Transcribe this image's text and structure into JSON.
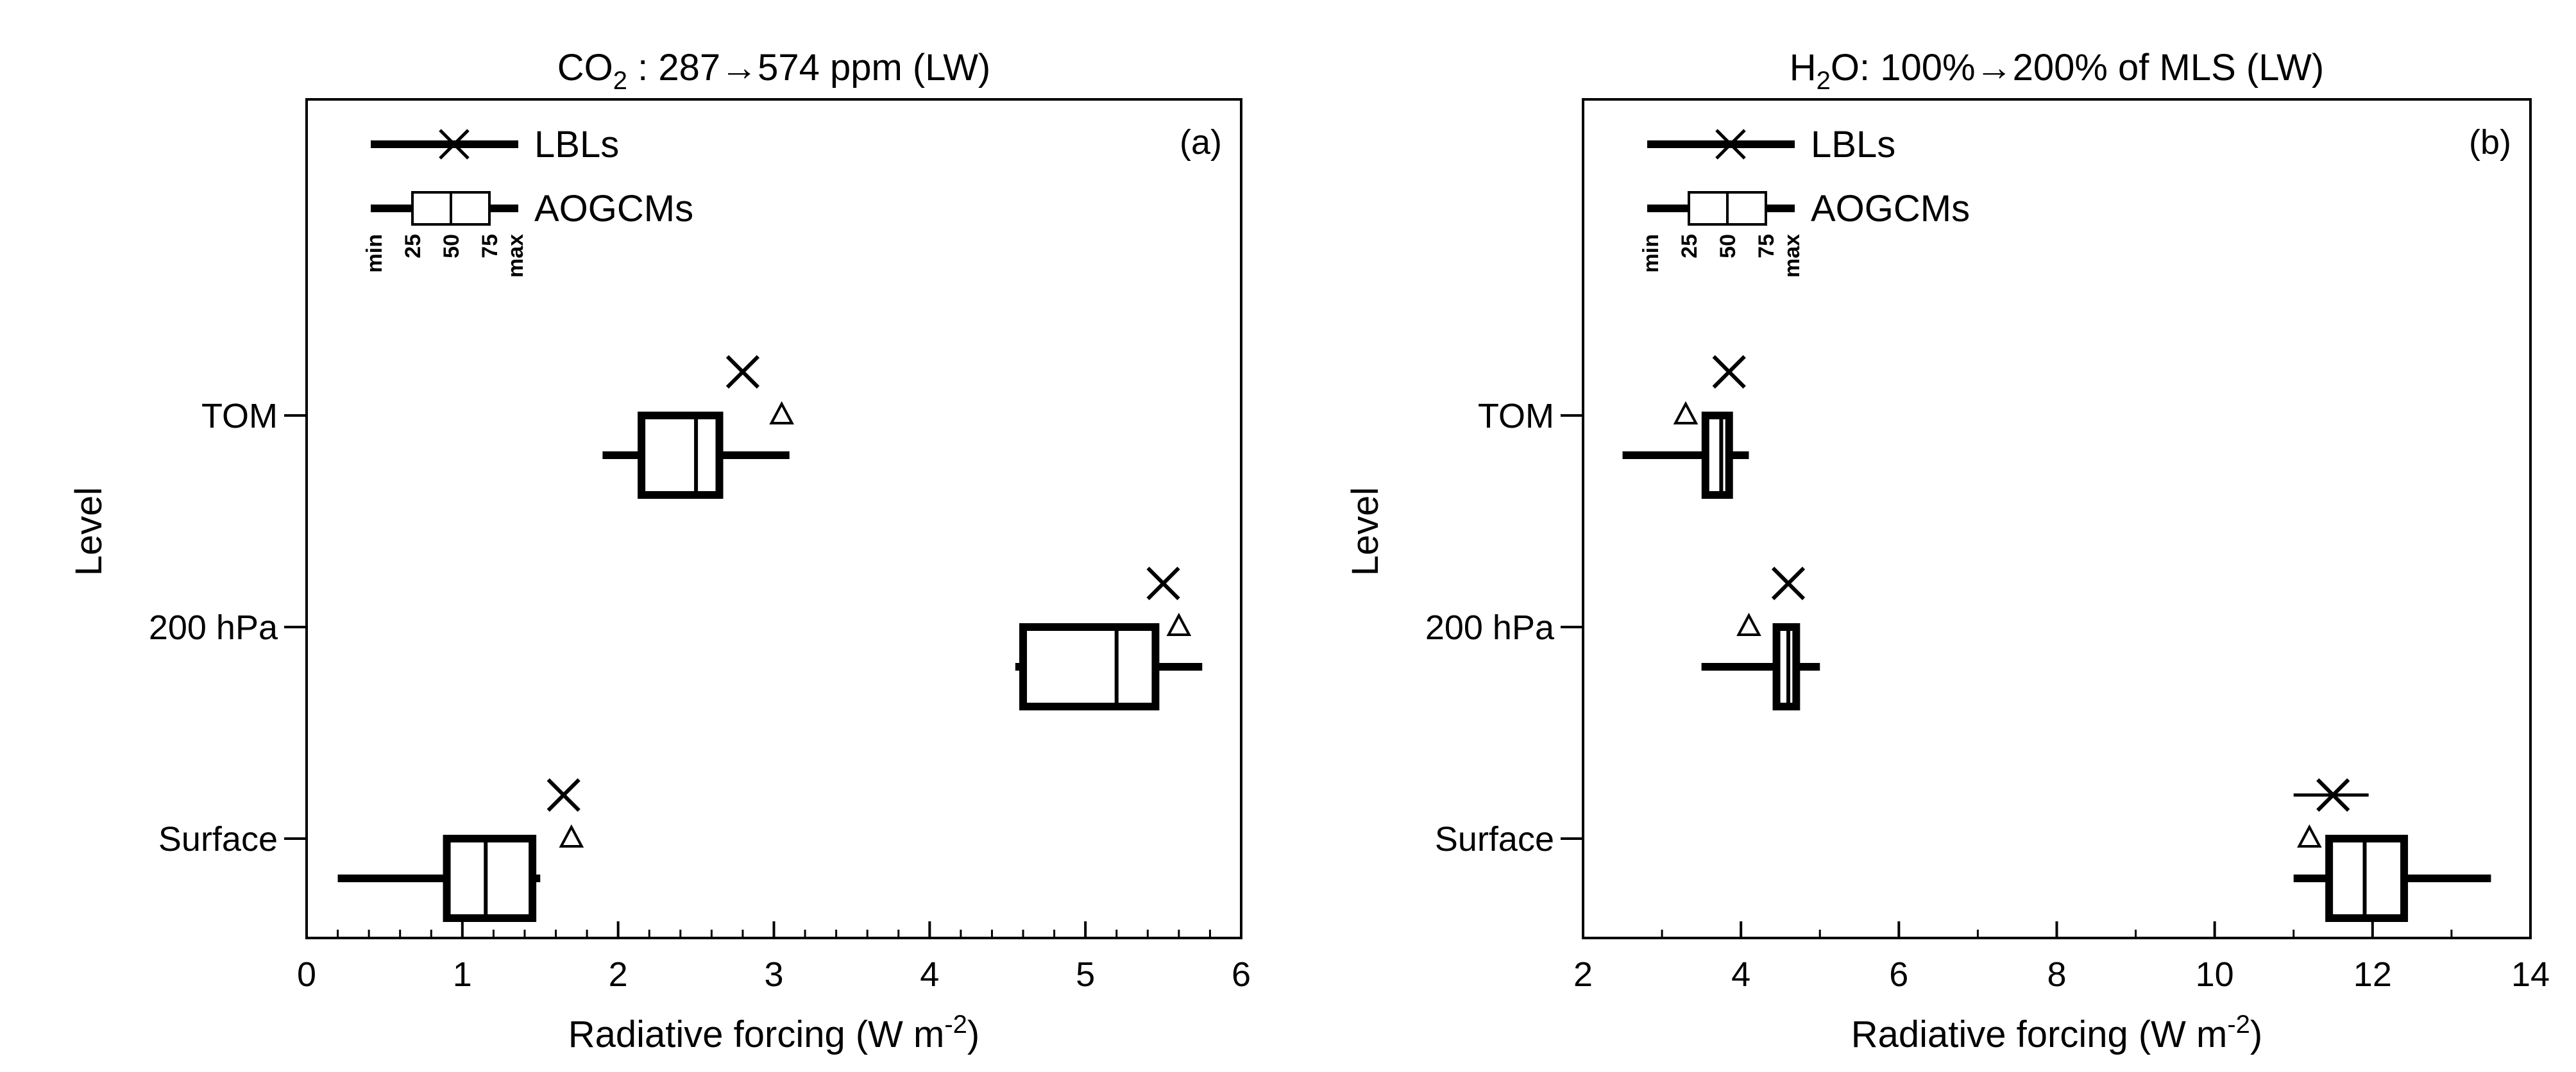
{
  "chart_data": [
    {
      "type": "box",
      "panel": "(a)",
      "title_main": "CO",
      "title_sub": "2",
      "title_rest": " : 287→574 ppm (LW)",
      "xlabel_main": "Radiative forcing (W m",
      "xlabel_sup": "-2",
      "xlabel_end": ")",
      "ylabel": "Level",
      "xlim": [
        0,
        6
      ],
      "xticks": [
        "0",
        "1",
        "2",
        "3",
        "4",
        "5",
        "6"
      ],
      "legend": {
        "lbl_label": "LBLs",
        "aogcm_label": "AOGCMs",
        "box_keys": [
          "min",
          "25",
          "50",
          "75",
          "max"
        ]
      },
      "levels": [
        {
          "name": "TOM",
          "lbl": 2.8,
          "triangle": 3.05,
          "box": {
            "min": 1.9,
            "q25": 2.15,
            "median": 2.5,
            "q75": 2.65,
            "max": 3.1
          }
        },
        {
          "name": "200 hPa",
          "lbl": 5.5,
          "triangle": 5.6,
          "box": {
            "min": 4.55,
            "q25": 4.6,
            "median": 5.2,
            "q75": 5.45,
            "max": 5.75
          }
        },
        {
          "name": "Surface",
          "lbl": 1.65,
          "triangle": 1.7,
          "box": {
            "min": 0.2,
            "q25": 0.9,
            "median": 1.15,
            "q75": 1.45,
            "max": 1.5
          }
        }
      ]
    },
    {
      "type": "box",
      "panel": "(b)",
      "title_main": "H",
      "title_sub": "2",
      "title_rest": "O: 100%→200% of MLS (LW)",
      "xlabel_main": "Radiative forcing (W m",
      "xlabel_sup": "-2",
      "xlabel_end": ")",
      "ylabel": "Level",
      "xlim": [
        2,
        14
      ],
      "xticks": [
        "2",
        "4",
        "6",
        "8",
        "10",
        "12",
        "14"
      ],
      "legend": {
        "lbl_label": "LBLs",
        "aogcm_label": "AOGCMs",
        "box_keys": [
          "min",
          "25",
          "50",
          "75",
          "max"
        ]
      },
      "levels": [
        {
          "name": "TOM",
          "lbl": 3.85,
          "triangle": 3.3,
          "box": {
            "min": 2.5,
            "q25": 3.55,
            "median": 3.75,
            "q75": 3.85,
            "max": 4.1
          }
        },
        {
          "name": "200 hPa",
          "lbl": 4.6,
          "triangle": 4.1,
          "box": {
            "min": 3.5,
            "q25": 4.45,
            "median": 4.6,
            "q75": 4.7,
            "max": 5.0
          }
        },
        {
          "name": "Surface",
          "lbl": 11.5,
          "lbl_err": [
            11.0,
            11.95
          ],
          "triangle": 11.2,
          "box": {
            "min": 11.0,
            "q25": 11.45,
            "median": 11.9,
            "q75": 12.4,
            "max": 13.5
          }
        }
      ]
    }
  ]
}
